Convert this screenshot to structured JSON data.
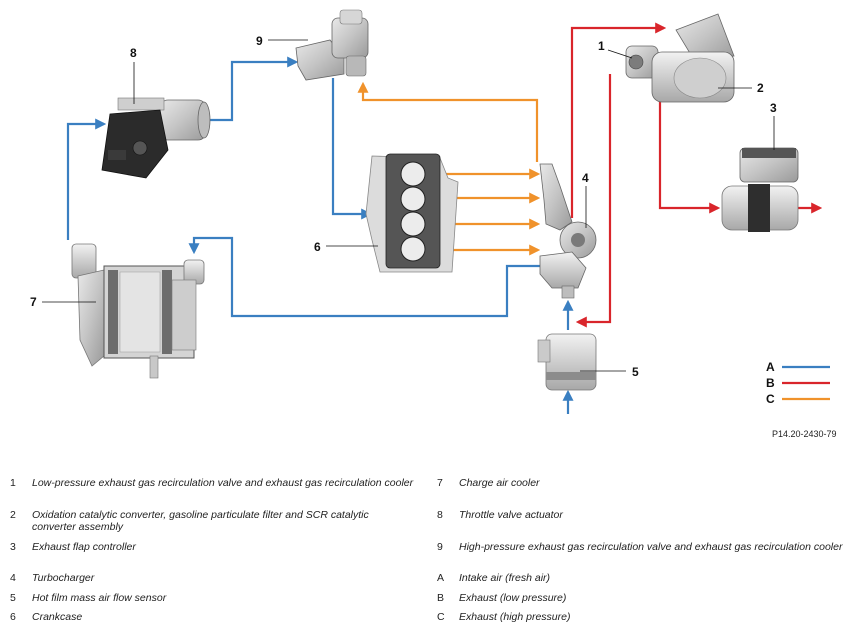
{
  "callouts": {
    "c1": "1",
    "c2": "2",
    "c3": "3",
    "c4": "4",
    "c5": "5",
    "c6": "6",
    "c7": "7",
    "c8": "8",
    "c9": "9"
  },
  "legend": [
    {
      "key": "A",
      "color": "#3a7fc1"
    },
    {
      "key": "B",
      "color": "#d9252b"
    },
    {
      "key": "C",
      "color": "#f0922b"
    }
  ],
  "colors": {
    "intake": "#3a7fc1",
    "exhaust_low": "#d9252b",
    "exhaust_high": "#f0922b"
  },
  "figure_ref": "P14.20-2430-79",
  "captions": {
    "left": [
      {
        "key": "1",
        "text": "Low-pressure exhaust gas recirculation valve and exhaust gas recirculation cooler"
      },
      {
        "key": "2",
        "text": "Oxidation catalytic converter, gasoline particulate filter and SCR catalytic converter assembly"
      },
      {
        "key": "3",
        "text": "Exhaust flap controller"
      },
      {
        "key": "4",
        "text": "Turbocharger"
      },
      {
        "key": "5",
        "text": "Hot film mass air flow sensor"
      },
      {
        "key": "6",
        "text": "Crankcase"
      }
    ],
    "right": [
      {
        "key": "7",
        "text": "Charge air cooler"
      },
      {
        "key": "8",
        "text": "Throttle valve actuator"
      },
      {
        "key": "9",
        "text": "High-pressure exhaust gas recirculation valve and exhaust gas recirculation cooler"
      },
      {
        "key": "A",
        "text": "Intake air (fresh air)"
      },
      {
        "key": "B",
        "text": "Exhaust (low pressure)"
      },
      {
        "key": "C",
        "text": "Exhaust (high pressure)"
      }
    ]
  }
}
